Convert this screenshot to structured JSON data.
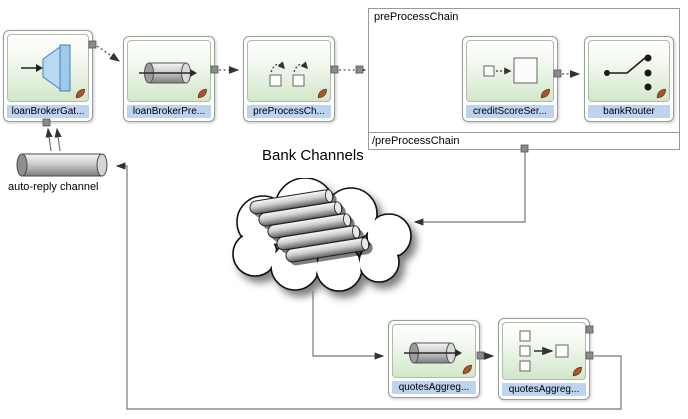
{
  "diagram_title": "Bank Channels",
  "chain_container": {
    "header": "preProcessChain",
    "footer": "/preProcessChain"
  },
  "auto_reply_channel_label": "auto-reply channel",
  "nodes": [
    {
      "id": "loan-broker-gateway",
      "label": "loanBrokerGat...",
      "icon": "gateway-icon"
    },
    {
      "id": "loan-broker-pre-channel",
      "label": "loanBrokerPre...",
      "icon": "channel-icon"
    },
    {
      "id": "pre-process-channel",
      "label": "preProcessCh...",
      "icon": "chain-icon"
    },
    {
      "id": "credit-score-service",
      "label": "creditScoreSer...",
      "icon": "service-activator-icon"
    },
    {
      "id": "bank-router",
      "label": "bankRouter",
      "icon": "router-icon"
    },
    {
      "id": "quotes-aggreg-channel",
      "label": "quotesAggreg...",
      "icon": "channel-icon"
    },
    {
      "id": "quotes-aggregator",
      "label": "quotesAggreg...",
      "icon": "aggregator-icon"
    }
  ],
  "colors": {
    "label_highlight": "#bdd3ee",
    "node_green": "#d2e7ca",
    "gateway_blue": "#a9cfec",
    "connector": "#6e6e6e"
  }
}
